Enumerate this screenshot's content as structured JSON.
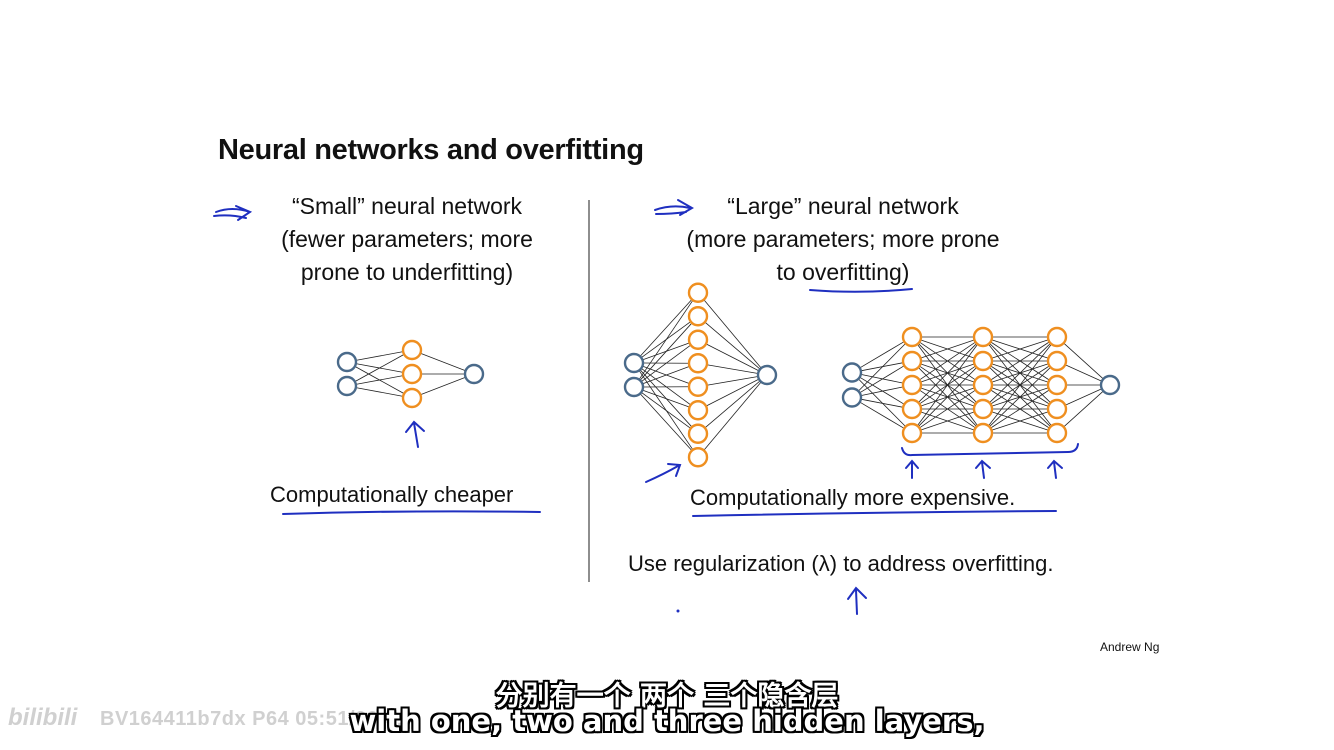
{
  "slide": {
    "title": "Neural networks and overfitting",
    "small": {
      "line1": "“Small” neural network",
      "line2": "(fewer parameters; more",
      "line3": "prone to underfitting)",
      "cost": "Computationally cheaper"
    },
    "large": {
      "line1": "“Large” neural network",
      "line2": "(more parameters; more prone",
      "line3": "to overfitting)",
      "cost": "Computationally more expensive.",
      "regularization": "Use regularization (λ) to address overfitting."
    },
    "author": "Andrew Ng"
  },
  "networks": [
    {
      "name": "small-network",
      "layers": [
        2,
        3,
        1
      ]
    },
    {
      "name": "large-wide-network",
      "layers": [
        2,
        8,
        1
      ]
    },
    {
      "name": "large-deep-network",
      "layers": [
        2,
        5,
        5,
        5,
        1
      ]
    }
  ],
  "colors": {
    "input_output_node": "#4a6a8a",
    "hidden_node": "#ef8f20",
    "ink": "#1f2fc0"
  },
  "subtitles": {
    "chinese": "分别有一个 两个 三个隐含层",
    "english": "with one, two and three hidden layers,"
  },
  "watermark": {
    "logo": "bilibili",
    "text": "BV164411b7dx P64 05:51/06:51"
  }
}
